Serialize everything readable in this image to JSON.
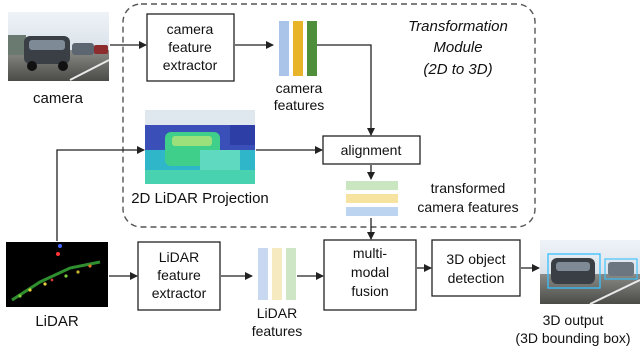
{
  "module": {
    "title_line1": "Transformation",
    "title_line2": "Module",
    "title_line3": "(2D to 3D)"
  },
  "nodes": {
    "camera_caption": "camera",
    "camera_extractor": [
      "camera",
      "feature",
      "extractor"
    ],
    "camera_features": [
      "camera",
      "features"
    ],
    "alignment": "alignment",
    "lidar_projection": "2D LiDAR Projection",
    "transformed_features": [
      "transformed",
      "camera features"
    ],
    "lidar_caption": "LiDAR",
    "lidar_extractor": [
      "LiDAR",
      "feature",
      "extractor"
    ],
    "lidar_features": [
      "LiDAR",
      "features"
    ],
    "fusion": [
      "multi-",
      "modal",
      "fusion"
    ],
    "detection": [
      "3D object",
      "detection"
    ],
    "output": [
      "3D output",
      "(3D bounding box)"
    ]
  },
  "colors": {
    "cam_feat_blue": "#a9c4e8",
    "cam_feat_yellow": "#e8b52a",
    "cam_feat_green": "#4f8f3a",
    "trans_feat_green": "#c9e6c0",
    "trans_feat_yellow": "#f6e3a0",
    "trans_feat_blue": "#bcd4ef",
    "lidar_feat_blue": "#c8d8f0",
    "lidar_feat_yellow": "#f6ebc0",
    "lidar_feat_green": "#cfe6c6",
    "module_border": "#555555"
  }
}
